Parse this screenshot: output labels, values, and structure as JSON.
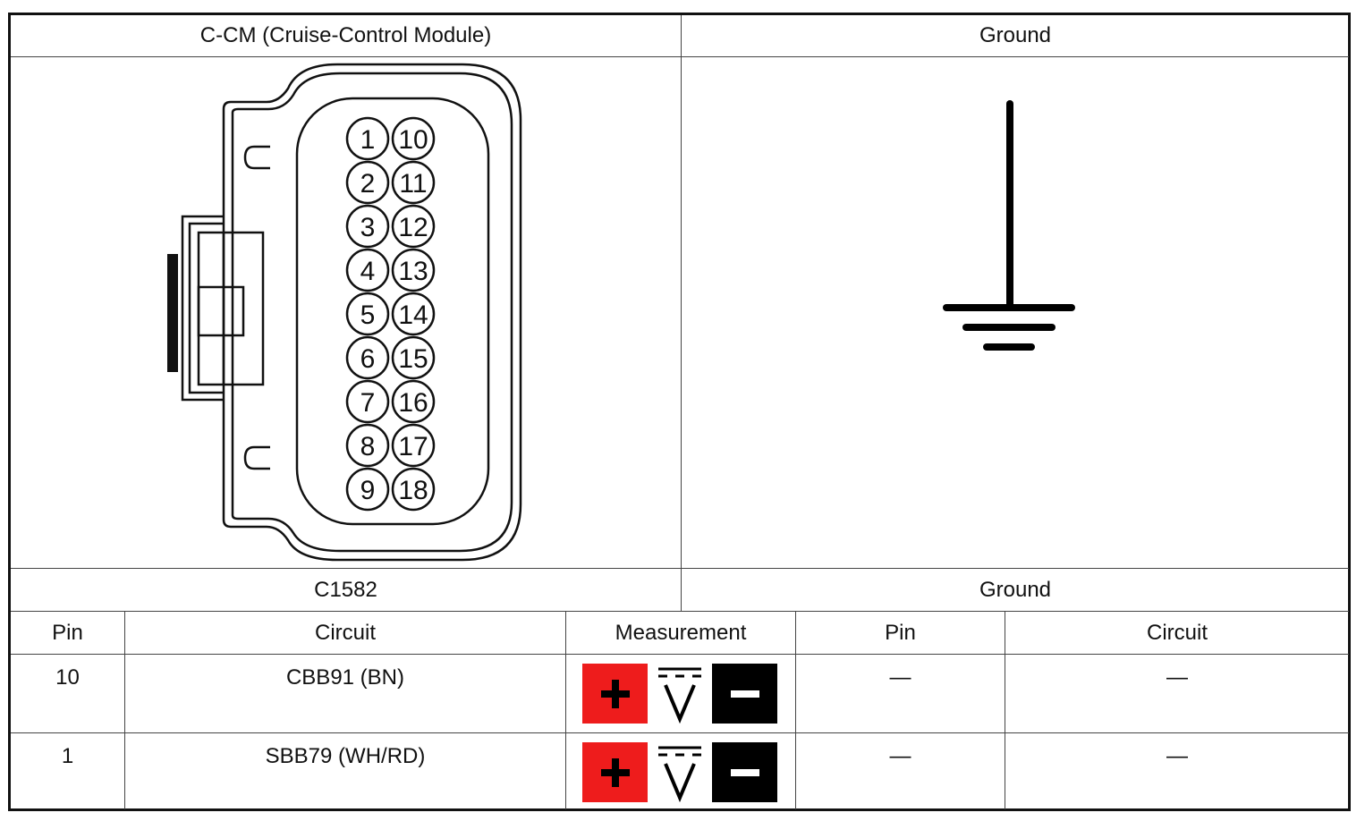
{
  "header": {
    "left_title": "C-CM (Cruise-Control Module)",
    "right_title": "Ground"
  },
  "connector": {
    "name": "C1582",
    "pins_left": [
      "1",
      "2",
      "3",
      "4",
      "5",
      "6",
      "7",
      "8",
      "9"
    ],
    "pins_right": [
      "10",
      "11",
      "12",
      "13",
      "14",
      "15",
      "16",
      "17",
      "18"
    ]
  },
  "ground_label": "Ground",
  "table": {
    "headers": {
      "pin": "Pin",
      "circuit": "Circuit",
      "measurement": "Measurement",
      "pin2": "Pin",
      "circuit2": "Circuit"
    },
    "rows": [
      {
        "pin": "10",
        "circuit": "CBB91 (BN)",
        "pin2": "—",
        "circuit2": "—"
      },
      {
        "pin": "1",
        "circuit": "SBB79 (WH/RD)",
        "pin2": "—",
        "circuit2": "—"
      }
    ]
  },
  "colors": {
    "positive": "#ee1c1c",
    "negative": "#000000"
  },
  "icons": {
    "positive": "plus-icon",
    "dc_voltage": "dc-voltmeter-icon",
    "negative": "minus-icon"
  }
}
